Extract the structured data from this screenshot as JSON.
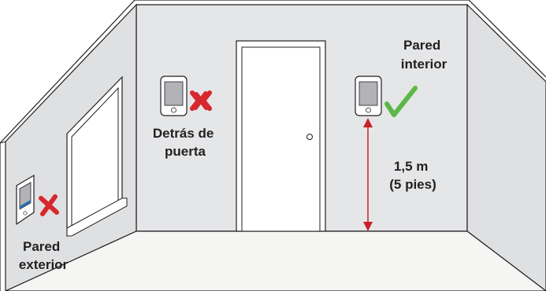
{
  "labels": {
    "interior_wall": [
      "Pared",
      "interior"
    ],
    "behind_door": [
      "Detrás de",
      "puerta"
    ],
    "exterior_wall": [
      "Pared",
      "exterior"
    ],
    "height": [
      "1,5 m",
      "(5 pies)"
    ]
  },
  "placements": [
    {
      "location": "behind_door",
      "verdict": "incorrect"
    },
    {
      "location": "interior_wall",
      "verdict": "correct"
    },
    {
      "location": "exterior_wall",
      "verdict": "incorrect"
    }
  ],
  "colors": {
    "wall": "#e5e6e7",
    "floor": "#f5f5f4",
    "cross": "#d7272f",
    "check": "#5bb846",
    "dimension": "#c8202c"
  }
}
